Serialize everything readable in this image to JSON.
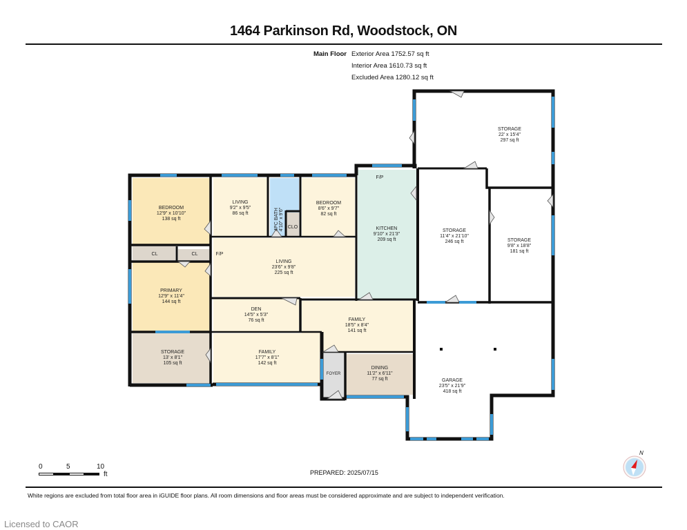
{
  "header": {
    "title": "1464 Parkinson Rd, Woodstock, ON"
  },
  "areas": {
    "floor_label": "Main Floor",
    "exterior": "Exterior Area 1752.57 sq ft",
    "interior": "Interior Area 1610.73 sq ft",
    "excluded": "Excluded Area 1280.12 sq ft"
  },
  "colors": {
    "wall": "#111111",
    "window": "#3c9bd6",
    "bedroom_fill": "#fbe8b8",
    "living_fill": "#fdf4dc",
    "bath_fill": "#bfe0f7",
    "kitchen_fill": "#dcefe8",
    "closet_fill": "#ddd6cc",
    "storage_beige_fill": "#e6dccd",
    "dining_fill": "#e8dccb",
    "foyer_fill": "#dedede",
    "excluded_fill": "#ffffff"
  },
  "rooms": [
    {
      "name": "BEDROOM",
      "dims": "12'9\" x 10'10\"",
      "area": "138 sq ft"
    },
    {
      "name": "LIVING",
      "dims": "9'2\" x 9'5\"",
      "area": "86 sq ft"
    },
    {
      "name": "4PC BATH",
      "dims": "4'10\" x 9'6\"",
      "area": ""
    },
    {
      "name": "BEDROOM",
      "dims": "8'6\" x 9'7\"",
      "area": "82 sq ft"
    },
    {
      "name": "KITCHEN",
      "dims": "9'10\" x 21'3\"",
      "area": "209 sq ft"
    },
    {
      "name": "STORAGE",
      "dims": "22' x 15'4\"",
      "area": "297 sq ft"
    },
    {
      "name": "STORAGE",
      "dims": "11'4\" x 21'10\"",
      "area": "246 sq ft"
    },
    {
      "name": "STORAGE",
      "dims": "9'8\" x 18'8\"",
      "area": "181 sq ft"
    },
    {
      "name": "LIVING",
      "dims": "23'6\" x 9'8\"",
      "area": "225 sq ft"
    },
    {
      "name": "PRIMARY",
      "dims": "12'9\" x 11'4\"",
      "area": "144 sq ft"
    },
    {
      "name": "DEN",
      "dims": "14'5\" x 5'3\"",
      "area": "76 sq ft"
    },
    {
      "name": "FAMILY",
      "dims": "18'5\" x 8'4\"",
      "area": "141 sq ft"
    },
    {
      "name": "STORAGE",
      "dims": "13' x 8'1\"",
      "area": "105 sq ft"
    },
    {
      "name": "FAMILY",
      "dims": "17'7\" x 8'1\"",
      "area": "142 sq ft"
    },
    {
      "name": "DINING",
      "dims": "11'2\" x 6'11\"",
      "area": "77 sq ft"
    },
    {
      "name": "GARAGE",
      "dims": "23'5\" x 21'9\"",
      "area": "418 sq ft"
    }
  ],
  "labels": {
    "cl1": "CL",
    "cl2": "CL",
    "clo": "CLO",
    "fp_living": "F/P",
    "fp_kitchen": "F/P",
    "foyer": "FOYER"
  },
  "scale_bar": {
    "ticks": [
      "0",
      "5",
      "10"
    ],
    "unit": "ft"
  },
  "compass": {
    "label": "N",
    "icon": "compass-icon"
  },
  "footer": {
    "prepared": "PREPARED: 2025/07/15",
    "disclaimer": "White regions are excluded from total floor area in iGUIDE floor plans. All room dimensions and floor areas must be considered approximate and are subject to independent verification.",
    "licensed": "Licensed to CAOR"
  }
}
